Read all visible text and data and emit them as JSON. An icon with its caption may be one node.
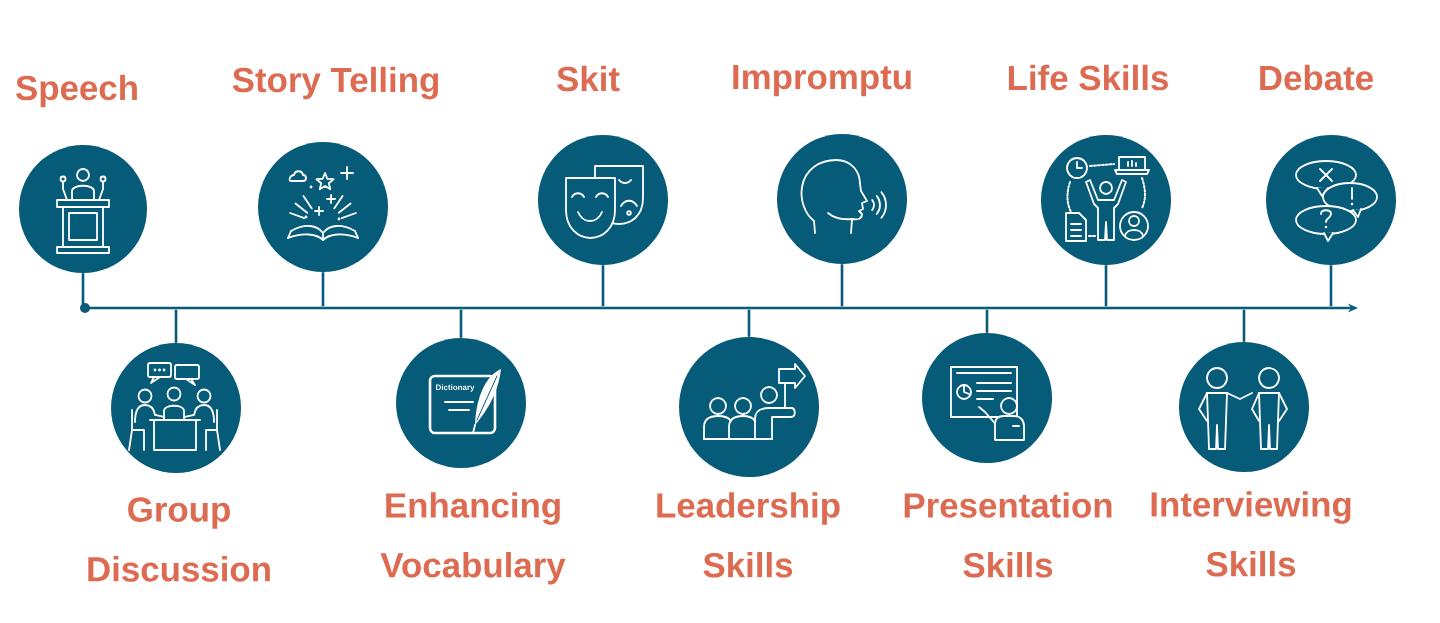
{
  "diagram": {
    "nodes": [
      {
        "text": [
          "Speech"
        ]
      },
      {
        "text": [
          "Group Discussion"
        ]
      },
      {
        "text": [
          "Story Telling"
        ]
      },
      {
        "text": [
          "Enhancing Vocabulary"
        ]
      },
      {
        "text": [
          "Skit"
        ]
      },
      {
        "text": [
          "Leadership Skills"
        ]
      },
      {
        "text": [
          "Impromptu"
        ]
      },
      {
        "text": [
          "Presentation Skills"
        ]
      },
      {
        "text": [
          "Life Skills"
        ]
      },
      {
        "text": [
          "Interviewing Skills"
        ]
      },
      {
        "text": [
          "Debate"
        ]
      },
      {
        "text": [],
        "shape": "arrow"
      }
    ],
    "edges": [
      {
        "from": 0,
        "to": 11,
        "arrow": "none"
      },
      {
        "from": 1,
        "to": 11,
        "arrow": "none"
      },
      {
        "from": 2,
        "to": 11,
        "arrow": "none"
      },
      {
        "from": 3,
        "to": 11,
        "arrow": "none"
      },
      {
        "from": 4,
        "to": 11,
        "arrow": "none"
      },
      {
        "from": 5,
        "to": 11,
        "arrow": "none"
      },
      {
        "from": 6,
        "to": 11,
        "arrow": "none"
      },
      {
        "from": 7,
        "to": 11,
        "arrow": "none"
      },
      {
        "from": 8,
        "to": 11,
        "arrow": "none"
      },
      {
        "from": 9,
        "to": 11,
        "arrow": "none"
      },
      {
        "from": 10,
        "to": 11,
        "arrow": "none"
      }
    ],
    "labels": [
      "Dictionary"
    ]
  }
}
